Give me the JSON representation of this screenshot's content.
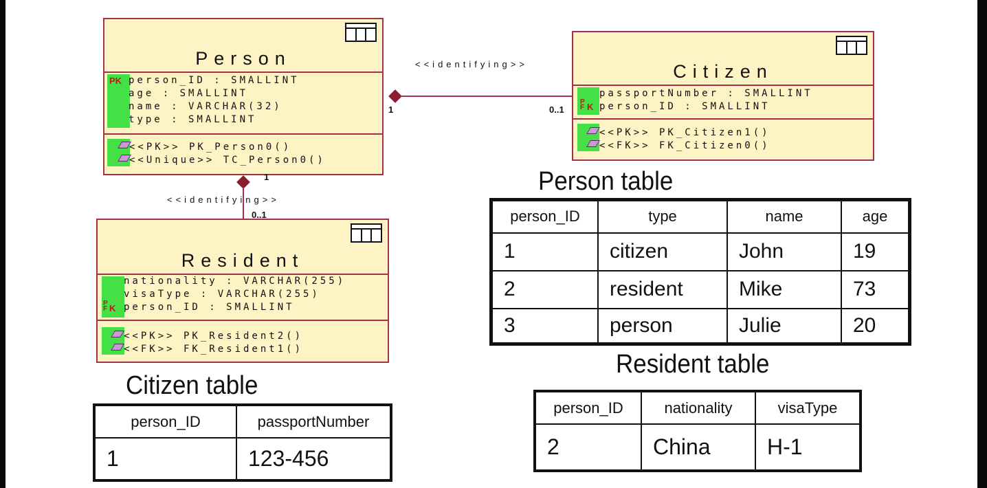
{
  "diagram": {
    "person": {
      "name": "Person",
      "attrs": [
        "person_ID : SMALLINT",
        "age : SMALLINT",
        "name : VARCHAR(32)",
        "type : SMALLINT"
      ],
      "pk_tag": "PK",
      "ops": [
        "<<PK>> PK_Person0()",
        "<<Unique>> TC_Person0()"
      ]
    },
    "citizen": {
      "name": "Citizen",
      "attrs": [
        "passportNumber : SMALLINT",
        "person_ID : SMALLINT"
      ],
      "ops": [
        "<<PK>> PK_Citizen1()",
        "<<FK>> FK_Citizen0()"
      ]
    },
    "resident": {
      "name": "Resident",
      "attrs": [
        "nationality : VARCHAR(255)",
        "visaType : VARCHAR(255)",
        "person_ID : SMALLINT"
      ],
      "ops": [
        "<<PK>> PK_Resident2()",
        "<<FK>> FK_Resident1()"
      ]
    },
    "relations": {
      "person_citizen": {
        "label": "<<identifying>>",
        "mult_source": "1",
        "mult_target": "0..1"
      },
      "person_resident": {
        "label": "<<identifying>>",
        "mult_source": "1",
        "mult_target": "0..1"
      }
    }
  },
  "tables": {
    "person": {
      "title": "Person table",
      "headers": [
        "person_ID",
        "type",
        "name",
        "age"
      ],
      "rows": [
        [
          "1",
          "citizen",
          "John",
          "19"
        ],
        [
          "2",
          "resident",
          "Mike",
          "73"
        ],
        [
          "3",
          "person",
          "Julie",
          "20"
        ]
      ]
    },
    "resident": {
      "title": "Resident table",
      "headers": [
        "person_ID",
        "nationality",
        "visaType"
      ],
      "rows": [
        [
          "2",
          "China",
          "H-1"
        ]
      ]
    },
    "citizen": {
      "title": "Citizen table",
      "headers": [
        "person_ID",
        "passportNumber"
      ],
      "rows": [
        [
          "1",
          "123-456"
        ]
      ]
    }
  },
  "colors": {
    "entity_fill": "#fdf3c4",
    "entity_border": "#a4304a",
    "key_green": "#45e045",
    "key_red": "#c01818"
  }
}
